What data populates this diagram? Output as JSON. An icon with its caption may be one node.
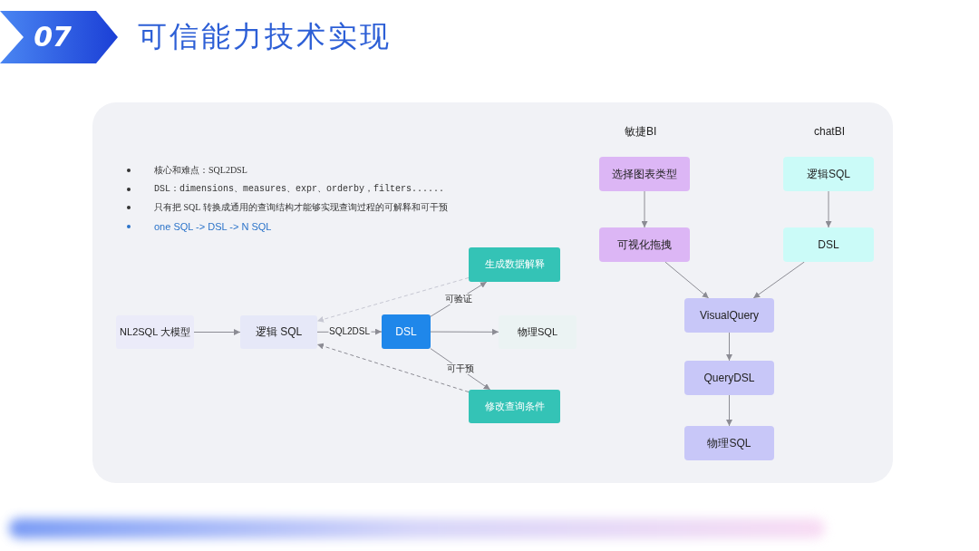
{
  "diagram": {
    "title": "可信能力技术实现",
    "nodes": [
      {
        "text": [
          "07"
        ]
      },
      {
        "text": [
          "NL2SQL 大模型"
        ]
      },
      {
        "text": [
          "逻辑 SQL"
        ]
      },
      {
        "text": [
          "DSL"
        ]
      },
      {
        "text": [
          "生成数据解释"
        ]
      },
      {
        "text": [
          "物理SQL"
        ]
      },
      {
        "text": [
          "修改查询条件"
        ]
      },
      {
        "text": [
          "选择图表类型"
        ]
      },
      {
        "text": [
          "可视化拖拽"
        ]
      },
      {
        "text": [
          "逻辑SQL"
        ]
      },
      {
        "text": [
          "DSL"
        ]
      },
      {
        "text": [
          "VisualQuery"
        ]
      },
      {
        "text": [
          "QueryDSL"
        ]
      },
      {
        "text": [
          "物理SQL"
        ]
      }
    ],
    "edges": [
      {
        "from": 1,
        "to": 2,
        "arrow": "to"
      },
      {
        "from": 2,
        "to": 3,
        "arrow": "to",
        "label": "SQL2DSL"
      },
      {
        "from": 3,
        "to": 4,
        "arrow": "to",
        "label": "可验证"
      },
      {
        "from": 3,
        "to": 5,
        "arrow": "to"
      },
      {
        "from": 3,
        "to": 6,
        "arrow": "to",
        "label": "可干预"
      },
      {
        "from": 4,
        "to": 2,
        "arrow": "to",
        "style": "dashed",
        "color": "#c6c7d2"
      },
      {
        "from": 6,
        "to": 2,
        "arrow": "to",
        "style": "dashed"
      },
      {
        "from": 7,
        "to": 8,
        "arrow": "to"
      },
      {
        "from": 9,
        "to": 10,
        "arrow": "to"
      },
      {
        "from": 8,
        "to": 11,
        "arrow": "to"
      },
      {
        "from": 10,
        "to": 11,
        "arrow": "to"
      },
      {
        "from": 11,
        "to": 12,
        "arrow": "to"
      },
      {
        "from": 12,
        "to": 13,
        "arrow": "to"
      }
    ],
    "labels": [
      "核心和难点：SQL2DSL",
      "DSL：dimensions、measures、expr、orderby，filters......",
      "只有把 SQL 转换成通用的查询结构才能够实现查询过程的可解释和可干预",
      "one SQL -> DSL -> N SQL",
      "敏捷BI",
      "chatBI"
    ]
  }
}
